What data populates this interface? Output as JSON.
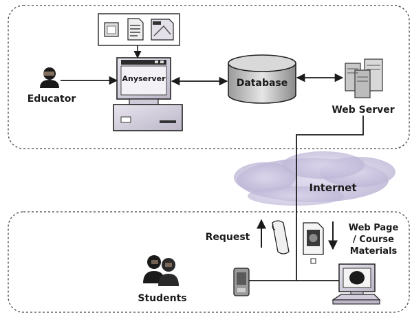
{
  "labels": {
    "educator": "Educator",
    "anyserver": "Anyserver",
    "database": "Database",
    "web_server": "Web Server",
    "internet": "Internet",
    "request": "Request",
    "web_page_line1": "Web Page",
    "web_page_line2": "/ Course",
    "web_page_line3": "Materials",
    "students": "Students"
  },
  "icons": [
    "educator-person-icon",
    "document-icons",
    "computer-icon",
    "database-cylinder-icon",
    "web-server-icon",
    "internet-cloud-icon",
    "request-scroll-icon",
    "web-page-document-icon",
    "students-people-icon",
    "pda-device-icon",
    "student-computer-icon"
  ],
  "colors": {
    "line": "#1a1a1a",
    "cloud": "#c9c2dd",
    "monitor_screen": "#2b2b2b"
  }
}
